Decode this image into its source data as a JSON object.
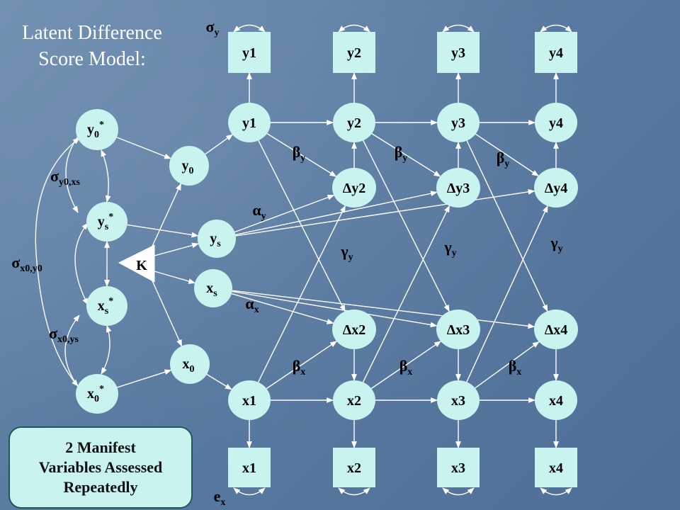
{
  "title": {
    "line1": "Latent Difference",
    "line2": "Score Model:"
  },
  "note": {
    "line1": "2 Manifest",
    "line2": "Variables Assessed",
    "line3": "Repeatedly"
  },
  "manifest_y": [
    "y1",
    "y2",
    "y3",
    "y4"
  ],
  "manifest_x": [
    "x1",
    "x2",
    "x3",
    "x4"
  ],
  "latent_y": [
    "y1",
    "y2",
    "y3",
    "y4"
  ],
  "latent_x": [
    "x1",
    "x2",
    "x3",
    "x4"
  ],
  "diff_y": [
    "Δy2",
    "Δy3",
    "Δy4"
  ],
  "diff_x": [
    "Δx2",
    "Δx3",
    "Δx4"
  ],
  "factors": {
    "y0": {
      "base": "y",
      "sub": "0",
      "sup": ""
    },
    "ys": {
      "base": "y",
      "sub": "s",
      "sup": ""
    },
    "xs": {
      "base": "x",
      "sub": "s",
      "sup": ""
    },
    "x0": {
      "base": "x",
      "sub": "0",
      "sup": ""
    },
    "y0star": {
      "base": "y",
      "sub": "0",
      "sup": "*"
    },
    "ysstar": {
      "base": "y",
      "sub": "s",
      "sup": "*"
    },
    "xsstar": {
      "base": "x",
      "sub": "s",
      "sup": "*"
    },
    "x0star": {
      "base": "x",
      "sub": "0",
      "sup": "*"
    }
  },
  "k_label": "K",
  "params": {
    "sigma_y": {
      "base": "σ",
      "sub": "y"
    },
    "e_x": {
      "base": "e",
      "sub": "x"
    },
    "beta_y": {
      "base": "β",
      "sub": "y"
    },
    "beta_x": {
      "base": "β",
      "sub": "x"
    },
    "alpha_y": {
      "base": "α",
      "sub": "y"
    },
    "alpha_x": {
      "base": "α",
      "sub": "x"
    },
    "gamma_y": {
      "base": "γ",
      "sub": "y"
    },
    "sigma_y0xs": {
      "base": "σ",
      "sub": "y0,xs"
    },
    "sigma_x0y0": {
      "base": "σ",
      "sub": "x0,y0"
    },
    "sigma_x0ys": {
      "base": "σ",
      "sub": "x0,ys"
    }
  },
  "colors": {
    "node_fill": "#c8f3ef",
    "edge": "#ffffff",
    "text": "#000000",
    "title": "#ffffff"
  }
}
